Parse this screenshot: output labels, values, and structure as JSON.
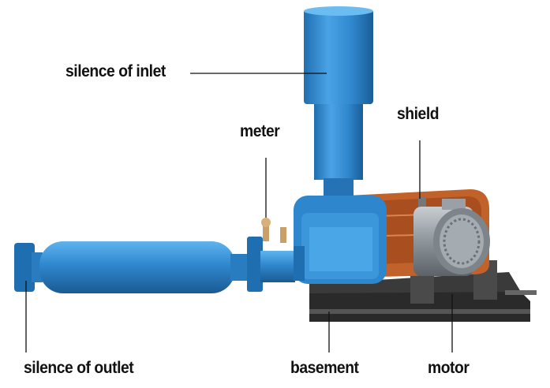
{
  "labels": {
    "silence_inlet": "silence of inlet",
    "meter": "meter",
    "shield": "shield",
    "silence_outlet": "silence of outlet",
    "basement": "basement",
    "motor": "motor"
  },
  "colors": {
    "body_blue": "#2e86cc",
    "shield_orange": "#c1622b",
    "base_dark": "#2a2a2a",
    "motor_grey": "#9aa0a6"
  }
}
